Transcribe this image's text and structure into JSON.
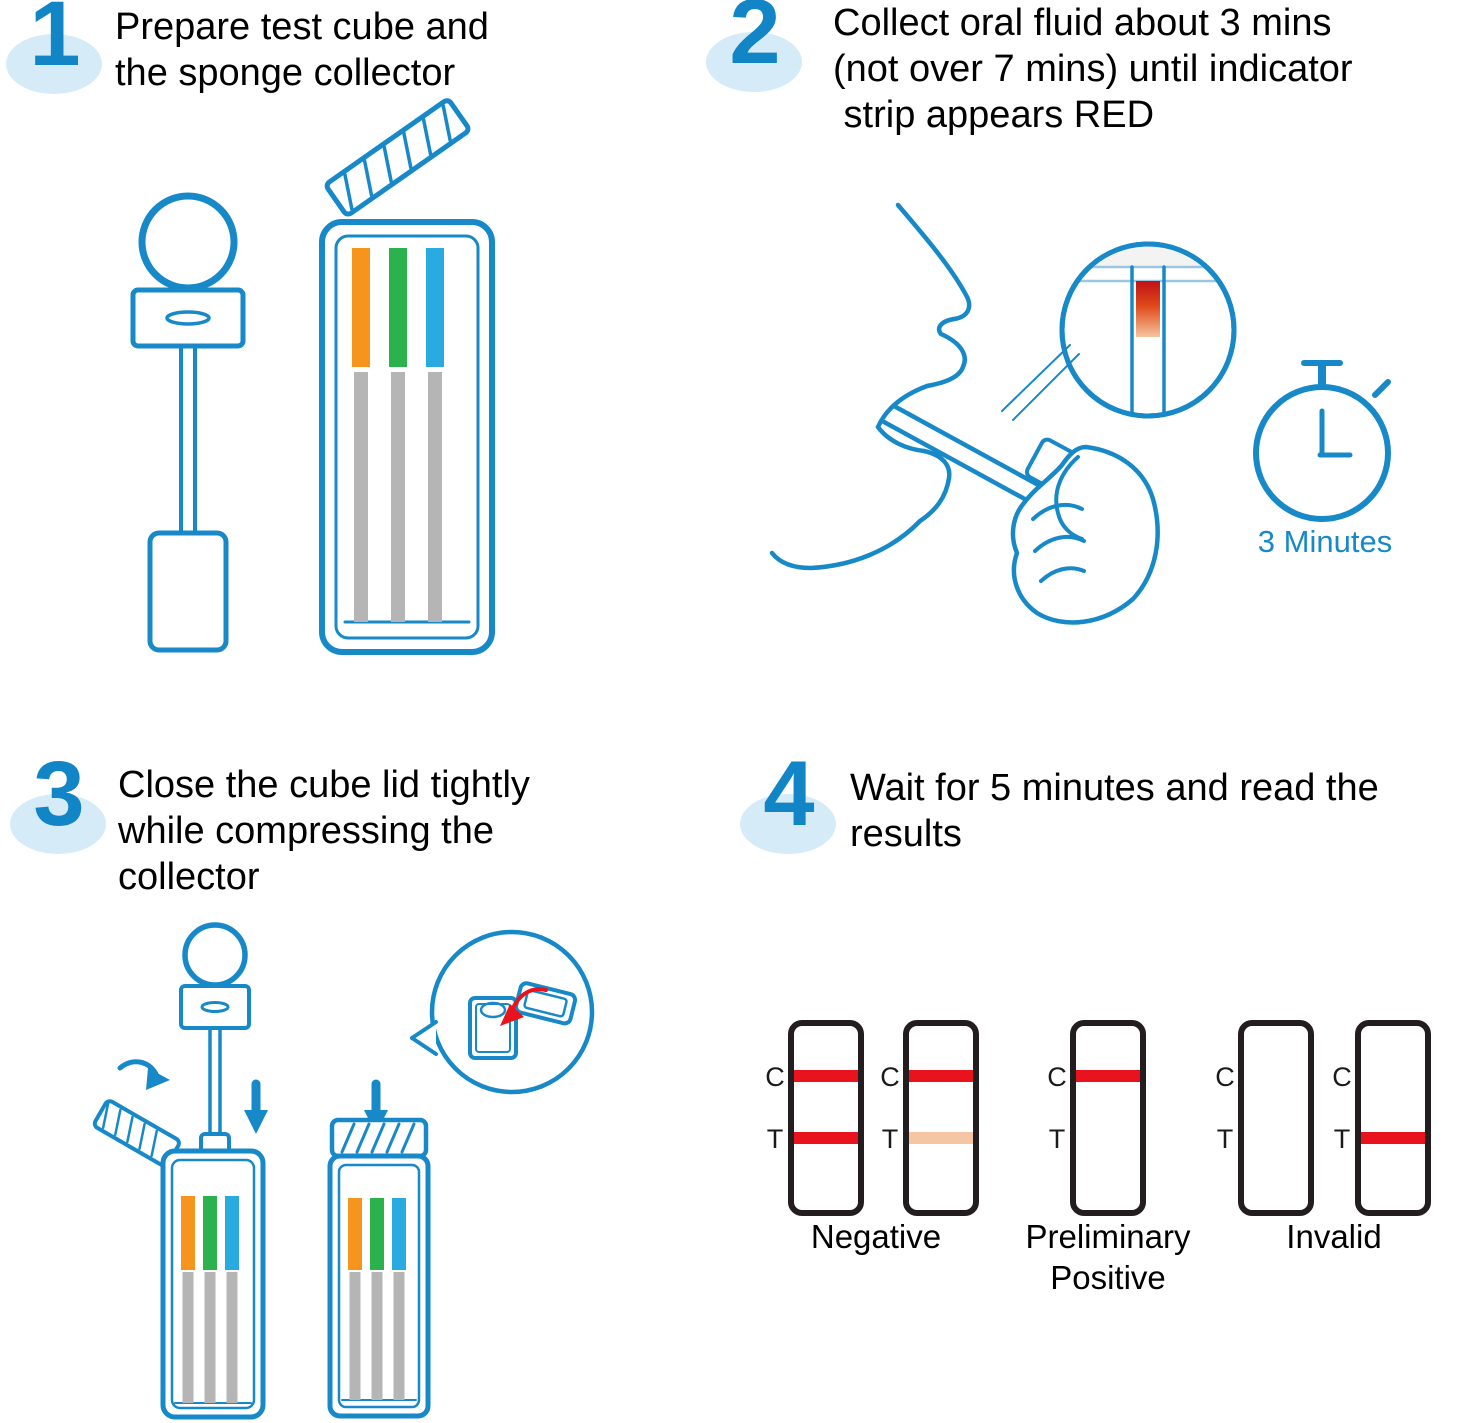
{
  "steps": [
    {
      "number": "1",
      "title_lines": [
        "Prepare test cube and",
        "the sponge collector"
      ]
    },
    {
      "number": "2",
      "title_lines": [
        "Collect oral fluid about 3 mins",
        "(not over 7 mins) until indicator",
        " strip appears RED"
      ]
    },
    {
      "number": "3",
      "title_lines": [
        "Close the cube lid tightly",
        "while compressing the",
        "collector"
      ]
    },
    {
      "number": "4",
      "title_lines": [
        "Wait for 5 minutes and read the",
        "results"
      ]
    }
  ],
  "step2": {
    "timer_label": "3 Minutes"
  },
  "results": {
    "strip_labels": {
      "control": "C",
      "test": "T"
    },
    "cassettes": [
      {
        "c": "strong",
        "t": "strong"
      },
      {
        "c": "strong",
        "t": "faint"
      },
      {
        "c": "strong",
        "t": "none"
      },
      {
        "c": "none",
        "t": "none"
      },
      {
        "c": "none",
        "t": "strong"
      }
    ],
    "categories": [
      {
        "lines": [
          "Negative"
        ]
      },
      {
        "lines": [
          "Preliminary",
          "Positive"
        ]
      },
      {
        "lines": [
          "Invalid"
        ]
      }
    ]
  },
  "colors": {
    "line_art_blue": "#1789c9",
    "badge_fill": "#d6ebf8",
    "badge_number_blue": "#1285c6",
    "strip_orange": "#f7941d",
    "strip_green": "#2bb24c",
    "strip_blue": "#29abe2",
    "strip_gray": "#b5b5b5",
    "result_red": "#e8131c",
    "result_faint": "#f6c5a4",
    "cassette_outline": "#241d1f"
  }
}
